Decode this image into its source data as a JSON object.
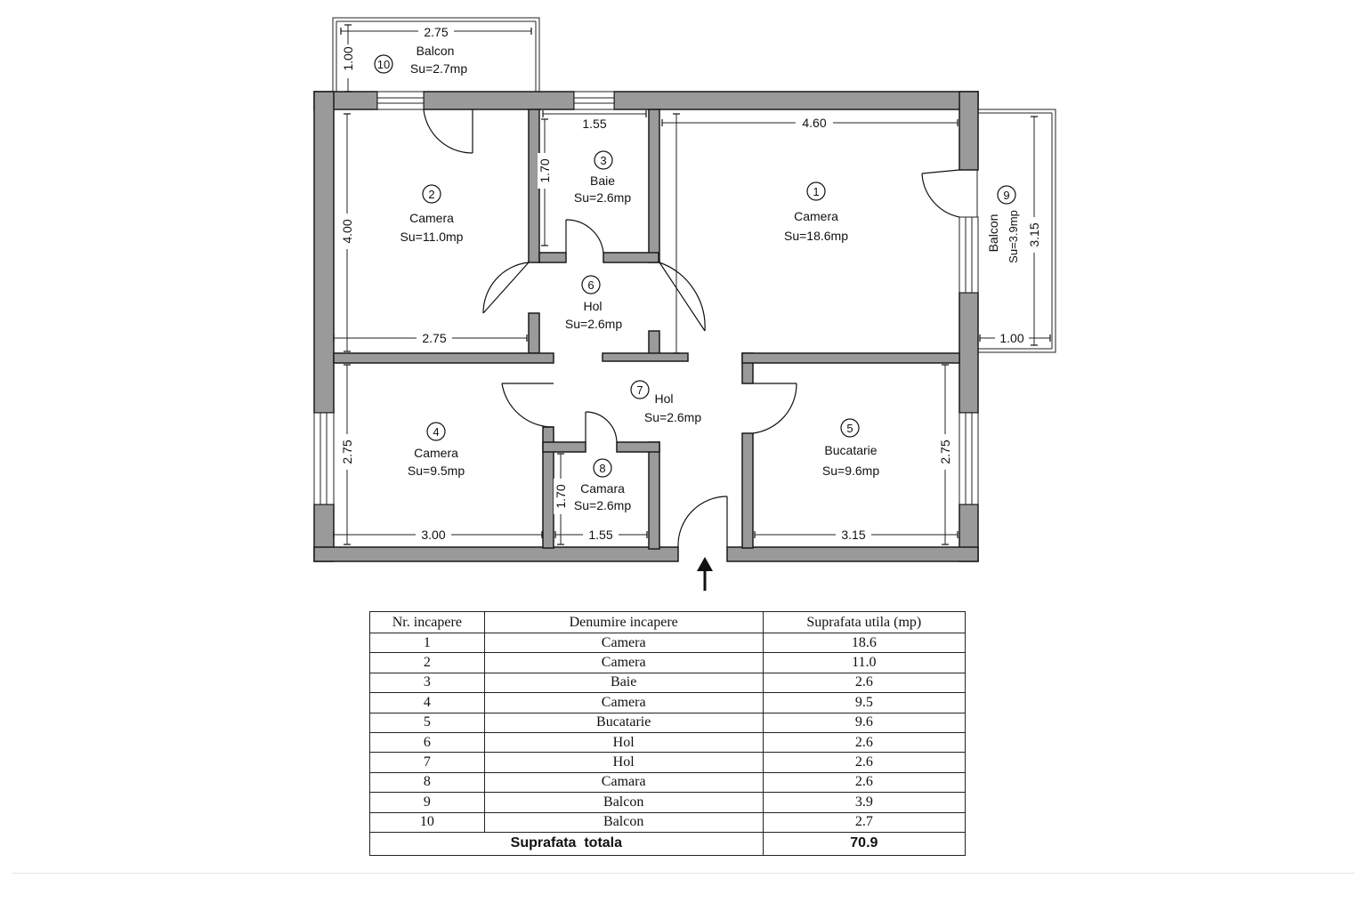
{
  "rooms": [
    {
      "no": "1",
      "name": "Camera",
      "area": "Su=18.6mp"
    },
    {
      "no": "2",
      "name": "Camera",
      "area": "Su=11.0mp"
    },
    {
      "no": "3",
      "name": "Baie",
      "area": "Su=2.6mp"
    },
    {
      "no": "4",
      "name": "Camera",
      "area": "Su=9.5mp"
    },
    {
      "no": "5",
      "name": "Bucatarie",
      "area": "Su=9.6mp"
    },
    {
      "no": "6",
      "name": "Hol",
      "area": "Su=2.6mp"
    },
    {
      "no": "7",
      "name": "Hol",
      "area": "Su=2.6mp"
    },
    {
      "no": "8",
      "name": "Camara",
      "area": "Su=2.6mp"
    },
    {
      "no": "9",
      "name": "Balcon",
      "area": "Su=3.9mp"
    },
    {
      "no": "10",
      "name": "Balcon",
      "area": "Su=2.7mp"
    }
  ],
  "dimensions": {
    "balcon10_width": "2.75",
    "balcon10_depth": "1.00",
    "baie_width": "1.55",
    "baie_height": "1.70",
    "camera1_width": "4.60",
    "camera2_height": "4.00",
    "camera2_width": "2.75",
    "balcon9_length": "3.15",
    "balcon9_depth": "1.00",
    "camera4_height": "2.75",
    "camera4_width": "3.00",
    "camara_height": "1.70",
    "camara_width": "1.55",
    "bucatarie_height": "2.75",
    "bucatarie_width": "3.15"
  },
  "table": {
    "headers": [
      "Nr. incapere",
      "Denumire incapere",
      "Suprafata utila (mp)"
    ],
    "rows": [
      [
        "1",
        "Camera",
        "18.6"
      ],
      [
        "2",
        "Camera",
        "11.0"
      ],
      [
        "3",
        "Baie",
        "2.6"
      ],
      [
        "4",
        "Camera",
        "9.5"
      ],
      [
        "5",
        "Bucatarie",
        "9.6"
      ],
      [
        "6",
        "Hol",
        "2.6"
      ],
      [
        "7",
        "Hol",
        "2.6"
      ],
      [
        "8",
        "Camara",
        "2.6"
      ],
      [
        "9",
        "Balcon",
        "3.9"
      ],
      [
        "10",
        "Balcon",
        "2.7"
      ]
    ],
    "total_label": "Suprafata  totala",
    "total_value": "70.9"
  },
  "icons": {
    "entrance": "entrance-arrow-icon"
  },
  "colors": {
    "wall": "#9a9a9a",
    "wall_outline": "#1a1a1a"
  }
}
